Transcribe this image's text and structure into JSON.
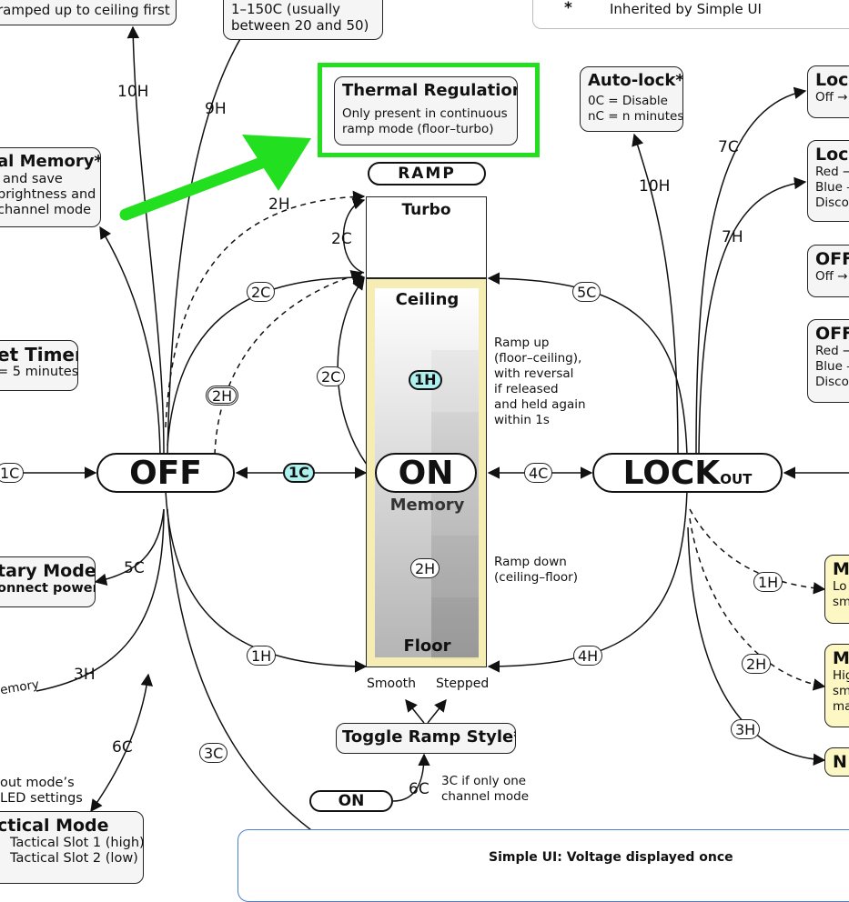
{
  "colors": {
    "highlight": "#22e01f",
    "box_fill": "#f5f5f5",
    "yellow_fill": "#fdf7c3",
    "ramp_fill": "#f6edb4",
    "cyan_fill": "#aef1ef",
    "legend_border": "#4a7fd4"
  },
  "states": {
    "off": "OFF",
    "on": "ON",
    "lock_main": "LOCK",
    "lock_sub": "OUT",
    "ramp": "RAMP",
    "on_small": "ON"
  },
  "ramp_levels": {
    "turbo": "Turbo",
    "ceiling": "Ceiling",
    "memory": "Memory",
    "floor": "Floor"
  },
  "ramp_notes": {
    "up": [
      "Ramp up",
      "(floor–ceiling),",
      "with reversal",
      "if released",
      "and held again",
      "within 1s"
    ],
    "down": [
      "Ramp down",
      "(ceiling–floor)"
    ]
  },
  "ramp_style": {
    "smooth": "Smooth",
    "stepped": "Stepped",
    "toggle_title": "Toggle Ramp Style*",
    "note": [
      "3C if only one",
      "channel mode"
    ]
  },
  "boxes": {
    "top_left": "ramped up to ceiling first",
    "top_mid": [
      "1–150C (usually",
      "between 20 and 50)"
    ],
    "legend_star": "*",
    "legend_text": "Inherited by Simple UI",
    "thermal_title": "Thermal Regulation",
    "thermal_desc": [
      "Only present in continuous",
      "ramp mode (floor–turbo)"
    ],
    "memory_title": "al Memory*",
    "memory_desc": [
      "and save",
      "brightness and",
      "channel mode"
    ],
    "timer_title": "et Timer",
    "timer_desc": "= 5 minutes",
    "momentary_title": "tary Mode",
    "momentary_desc": "onnect power",
    "memory_partial": "emory",
    "lockout_mode": [
      "out mode’s",
      "LED settings"
    ],
    "tactical_title": "ctical Mode",
    "tactical_desc": [
      "Tactical Slot 1 (high)",
      "Tactical Slot 2 (low)"
    ],
    "autolock_title": "Auto-lock*",
    "autolock_desc": [
      "0C = Disable",
      "nC = n minutes"
    ],
    "lock1_title": "Lock",
    "lock1_desc": "Off →",
    "lock2_title": "Lock",
    "lock2_desc": [
      "Red →",
      "Blue –",
      "Disco"
    ],
    "off1_title": "OFF",
    "off1_desc": "Off →",
    "off2_title": "OFF",
    "off2_desc": [
      "Red →",
      "Blue –",
      "Disco"
    ],
    "m1_title": "M",
    "m1_desc": [
      "Lo",
      "sm"
    ],
    "m2_title": "M",
    "m2_desc": [
      "Hig",
      "sm",
      "ma"
    ],
    "n_title": "N",
    "simple_ui": "Simple UI: Voltage displayed once"
  },
  "edges": {
    "e10h_left": "10H",
    "e9h": "9H",
    "e2h_top": "2H",
    "e2c_turbo": "2C",
    "e2c_tag": "2C",
    "e2h_dbl": "2H",
    "e2c_on": "2C",
    "e1h_ramp": "1H",
    "e1c_left": "1C",
    "e1c_center": "1C",
    "e4c": "4C",
    "e5c_right": "5C",
    "e2h_ramp": "2H",
    "e1h_off": "1H",
    "e4h": "4H",
    "e5c_left": "5C",
    "e3h_left": "3H",
    "e6c_left": "6C",
    "e3c_left": "3C",
    "e10h_right": "10H",
    "e7c": "7C",
    "e7h": "7H",
    "e1h_right": "1H",
    "e2h_right": "2H",
    "e3h_right": "3H",
    "e6c_bottom": "6C"
  }
}
